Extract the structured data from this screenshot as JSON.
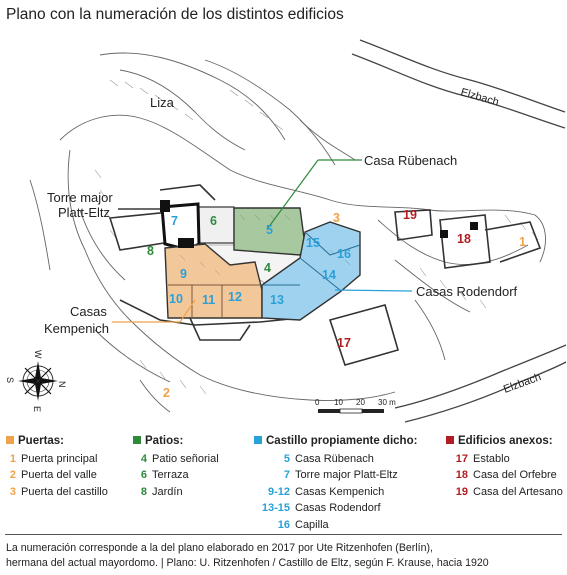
{
  "title": "Plano con la numeración de los distintos edificios",
  "colors": {
    "puertas": "#f0a14a",
    "patios": "#2e8b3c",
    "castillo": "#2aa0d8",
    "anexos": "#b01e23",
    "ruben_fill": "#a8c8a0",
    "kemp_fill": "#f2c79a",
    "roden_fill": "#9fd2ef"
  },
  "map": {
    "labels": {
      "liza": "Liza",
      "elzbach_top": "Elzbach",
      "elzbach_bottom": "Elzbach",
      "casa_rubenach": "Casa Rübenach",
      "torre_major_1": "Torre major",
      "torre_major_2": "Platt-Eltz",
      "casas_kempenich_1": "Casas",
      "casas_kempenich_2": "Kempenich",
      "casas_rodendorf": "Casas Rodendorf"
    },
    "compass": {
      "n": "N",
      "s": "S",
      "e": "E",
      "w": "W"
    },
    "scale": {
      "t0": "0",
      "t10": "10",
      "t20": "20",
      "t30": "30 m"
    },
    "numbers": {
      "n1": "1",
      "n2": "2",
      "n3": "3",
      "n4": "4",
      "n5": "5",
      "n6": "6",
      "n7": "7",
      "n8": "8",
      "n9": "9",
      "n10": "10",
      "n11": "11",
      "n12": "12",
      "n13": "13",
      "n14": "14",
      "n15": "15",
      "n16": "16",
      "n17": "17",
      "n18": "18",
      "n19": "19"
    }
  },
  "legend": {
    "puertas": {
      "title": "Puertas:",
      "items": [
        {
          "num": "1",
          "label": "Puerta principal"
        },
        {
          "num": "2",
          "label": "Puerta del valle"
        },
        {
          "num": "3",
          "label": "Puerta del castillo"
        }
      ]
    },
    "patios": {
      "title": "Patios:",
      "items": [
        {
          "num": "4",
          "label": "Patio señorial"
        },
        {
          "num": "6",
          "label": "Terraza"
        },
        {
          "num": "8",
          "label": "Jardín"
        }
      ]
    },
    "castillo": {
      "title": "Castillo propiamente dicho:",
      "items": [
        {
          "num": "5",
          "label": "Casa Rübenach"
        },
        {
          "num": "7",
          "label": "Torre major Platt-Eltz"
        },
        {
          "num": "9-12",
          "label": "Casas Kempenich"
        },
        {
          "num": "13-15",
          "label": "Casas Rodendorf"
        },
        {
          "num": "16",
          "label": "Capilla"
        }
      ]
    },
    "anexos": {
      "title": "Edificios anexos:",
      "items": [
        {
          "num": "17",
          "label": "Establo"
        },
        {
          "num": "18",
          "label": "Casa del Orfebre"
        },
        {
          "num": "19",
          "label": "Casa del Artesano"
        }
      ]
    }
  },
  "footnote": {
    "line1": "La numeración corresponde a la del plano elaborado en 2017 por Ute Ritzenhofen (Berlín),",
    "line2": "hermana del actual mayordomo.   |   Plano: U. Ritzenhofen / Castillo de Eltz, según F. Krause, hacia 1920"
  }
}
